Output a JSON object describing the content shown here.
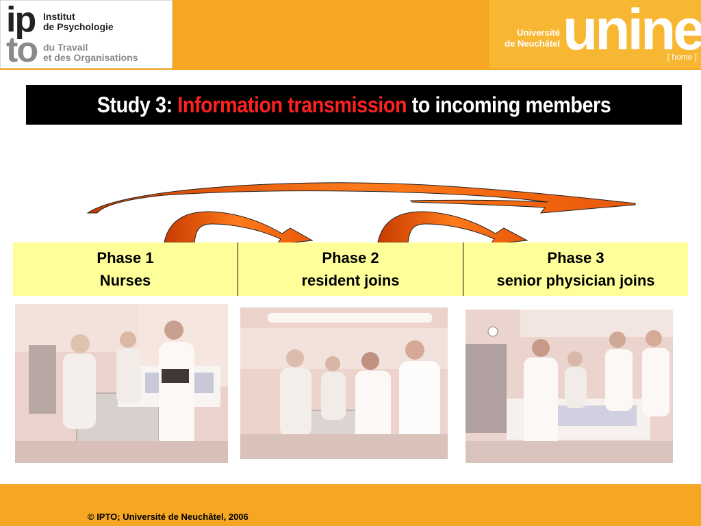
{
  "header": {
    "ipto_logo": {
      "line1": "Institut",
      "line2": "de Psychologie",
      "line3": "du Travail",
      "line4": "et des Organisations",
      "mark_top": "ip",
      "mark_bottom": "to"
    },
    "unine_logo": {
      "line1": "Université",
      "line2": "de Neuchâtel",
      "word": "unine",
      "home": "[ home ]"
    },
    "colors": {
      "band": "#f5a623",
      "accent_red": "#ff2020",
      "arrow": "#e8580a"
    }
  },
  "title": {
    "prefix": "Study 3: ",
    "highlight": "Information transmission",
    "suffix": " to incoming members"
  },
  "phases": [
    {
      "name": "Phase 1",
      "subtitle": "Nurses"
    },
    {
      "name": "Phase 2",
      "subtitle": "resident joins"
    },
    {
      "name": "Phase 3",
      "subtitle": "senior physician joins"
    }
  ],
  "footer": {
    "copyright": "© IPTO; Université de Neuchâtel, 2006"
  }
}
